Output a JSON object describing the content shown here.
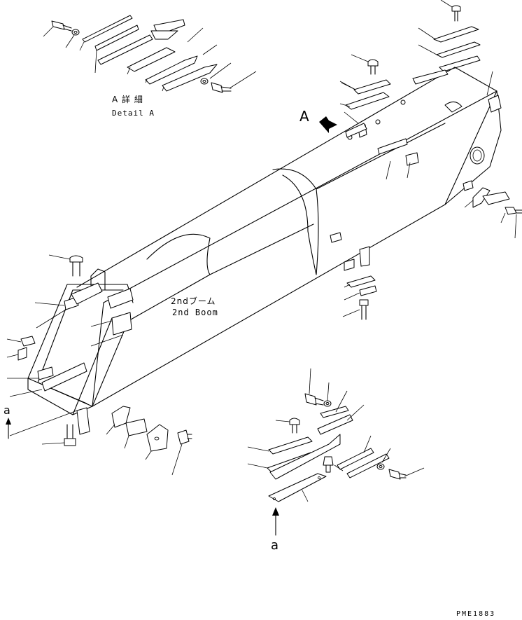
{
  "detail_a": {
    "jp": "A 詳 細",
    "en": "Detail A"
  },
  "view_marker_a": "A",
  "boom_label": {
    "jp": "2ndブーム",
    "en": "2nd Boom"
  },
  "section_marker_left": "a",
  "section_marker_bottom": "a",
  "drawing_code": "PME1883"
}
